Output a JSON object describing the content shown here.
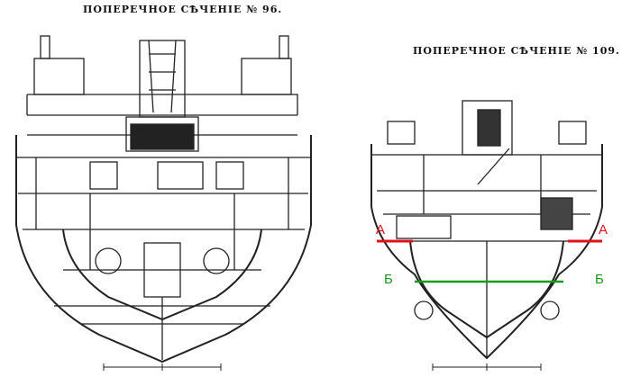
{
  "drawings": [
    {
      "title": "ПОПЕРЕЧНОЕ СѢЧЕНIЕ № 96."
    },
    {
      "title": "ПОПЕРЕЧНОЕ СѢЧЕНIЕ № 109."
    }
  ],
  "markers": {
    "a": {
      "label": "А",
      "color": "#e0101a"
    },
    "b": {
      "label": "Б",
      "color": "#1a9a1a"
    }
  }
}
